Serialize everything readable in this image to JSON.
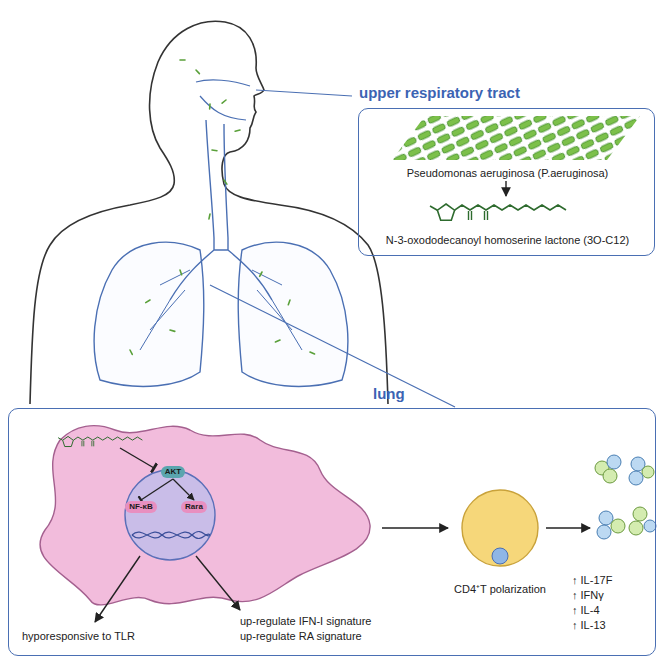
{
  "diagram": {
    "nodes": [
      {
        "text": [
          "upper respiratory tract",
          "Pseudomonas aeruginosa (P.aeruginosa)",
          "N-3-oxododecanoyl homoserine lactone (3O-C12)"
        ]
      },
      {
        "text": [
          "lung"
        ]
      },
      {
        "text": [
          "AKT"
        ],
        "in": 1
      },
      {
        "text": [
          "NF-κB"
        ],
        "in": 1
      },
      {
        "text": [
          "Rara"
        ],
        "in": 1
      }
    ],
    "edges": [
      {
        "from": 2,
        "to": 3,
        "arrow": "to"
      },
      {
        "from": 2,
        "to": 4,
        "arrow": "to"
      }
    ],
    "labels": [
      "hyporesponsive to TLR",
      "up-regulate IFN-I signature",
      "up-regulate RA signature",
      "CD4⁺T polarization",
      "↑ IL-17F",
      "↑ IFNγ",
      "↑ IL-4",
      "↑ IL-13"
    ]
  }
}
